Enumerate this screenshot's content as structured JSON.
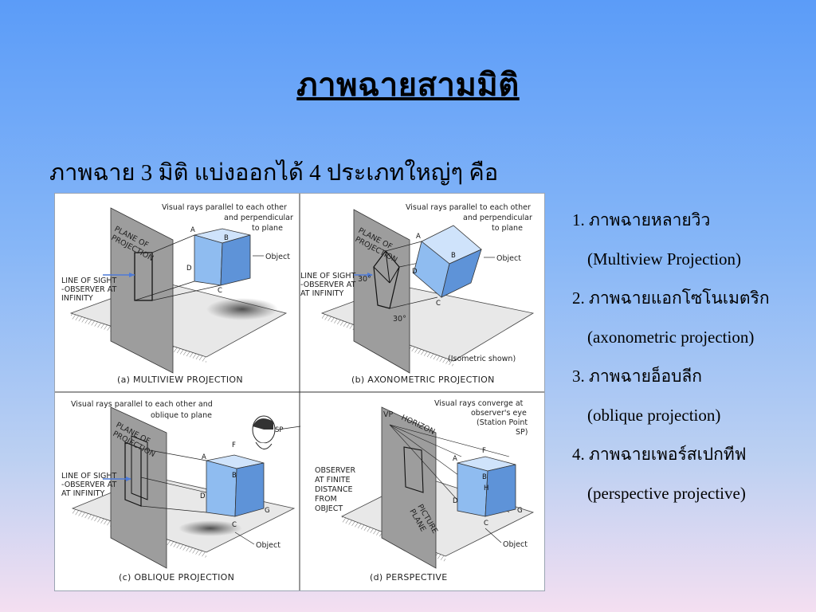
{
  "slide": {
    "title": "ภาพฉายสามมิติ",
    "intro": "ภาพฉาย 3 มิติ แบ่งออกได้ 4 ประเภทใหญ่ๆ คือ"
  },
  "list": [
    {
      "label": "1. ภาพฉายหลายวิว",
      "english": "(Multiview Projection)"
    },
    {
      "label": "2. ภาพฉายแอกโซโนเมตริก",
      "english": "(axonometric projection)"
    },
    {
      "label": "3. ภาพฉายอ็อบลีก",
      "english": "(oblique projection)"
    },
    {
      "label": "4. ภาพฉายเพอร์สเปกทีฟ",
      "english": "(perspective projective)"
    }
  ],
  "figure": {
    "panel_a": {
      "caption": "(a)  MULTIVIEW  PROJECTION",
      "rays_label": [
        "Visual rays parallel to each other",
        "and perpendicular",
        "to plane"
      ],
      "plane_label": [
        "PLANE OF",
        "PROJECTION"
      ],
      "sight_label": [
        "LINE OF SIGHT",
        "-OBSERVER AT",
        "INFINITY"
      ],
      "object_label": "Object"
    },
    "panel_b": {
      "caption": "(b) AXONOMETRIC  PROJECTION",
      "rays_label": [
        "Visual rays parallel to each other",
        "and perpendicular",
        "to plane"
      ],
      "plane_label": [
        "PLANE OF",
        "PROJECTION"
      ],
      "sight_label": [
        "LINE OF SIGHT",
        "-OBSERVER AT",
        "AT INFINITY"
      ],
      "object_label": "Object",
      "note": "(Isometric  shown)",
      "angle_label": "30°"
    },
    "panel_c": {
      "caption": "(c) OBLIQUE  PROJECTION",
      "rays_label": [
        "Visual rays parallel to each  other and",
        "oblique  to plane"
      ],
      "plane_label": [
        "PLANE OF",
        "PROJECTION"
      ],
      "sight_label": [
        "LINE OF SIGHT",
        "-OBSERVER AT",
        "AT INFINITY"
      ],
      "object_label": "Object",
      "sp_label": "SP"
    },
    "panel_d": {
      "caption": "(d)  PERSPECTIVE",
      "rays_label": [
        "Visual rays converge at",
        "observer's eye",
        "(Station Point",
        "SP)"
      ],
      "observer_label": [
        "OBSERVER",
        "AT FINITE",
        "DISTANCE",
        "FROM",
        "OBJECT"
      ],
      "vp_label": "VP",
      "horizon_label": "HORIZON",
      "picture_plane_label": [
        "PICTURE",
        "PLANE"
      ],
      "object_label": "Object"
    }
  },
  "colors": {
    "background_top": "#5b9cf8",
    "background_bottom": "#f4dff1",
    "cube_light": "#cfe3fb",
    "cube_mid": "#8fbcf0",
    "cube_dark": "#5e93d8"
  }
}
